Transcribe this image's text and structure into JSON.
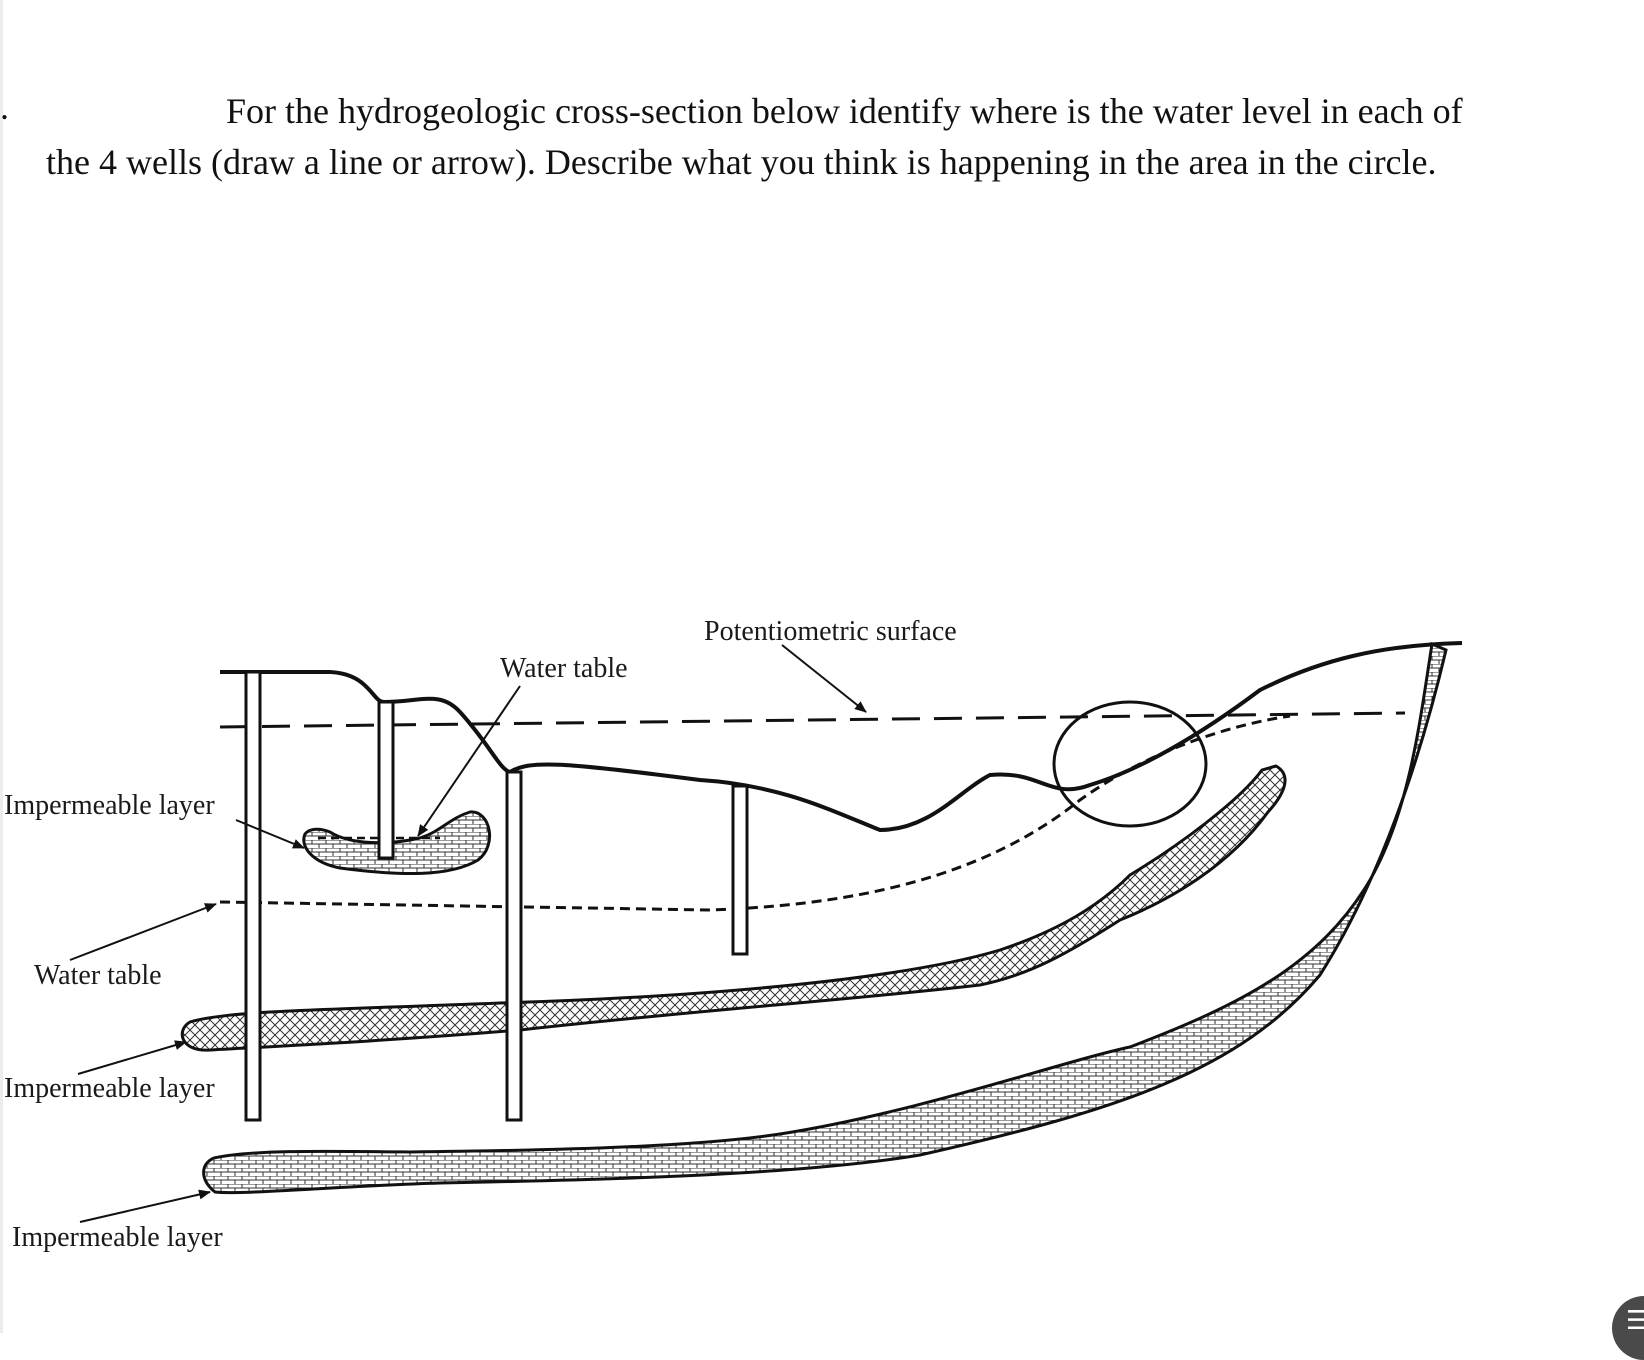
{
  "question": {
    "number": ".",
    "text": "For the hydrogeologic cross-section below identify where is the water level in each of the 4 wells (draw a line or arrow). Describe what you think is happening in the area in the circle."
  },
  "diagram": {
    "labels": {
      "potentiometric_surface": "Potentiometric surface",
      "water_table_top": "Water table",
      "impermeable_layer_1": "Impermeable layer",
      "water_table_left": "Water table",
      "impermeable_layer_2": "Impermeable layer",
      "impermeable_layer_3": "Impermeable layer"
    },
    "well_count": 4
  },
  "ui": {
    "corner_button_icon": "menu-icon"
  }
}
